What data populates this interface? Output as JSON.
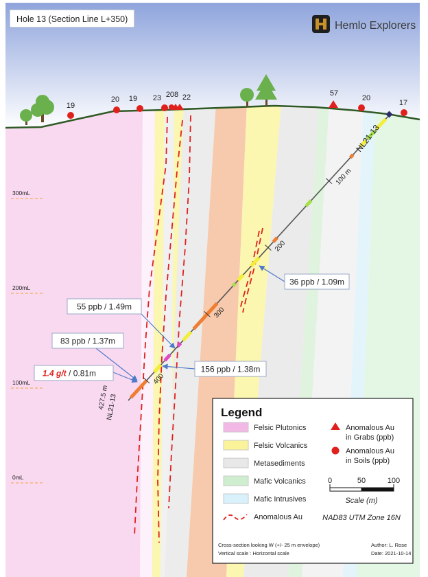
{
  "title": "Hole 13 (Section Line L+350)",
  "logo": {
    "text": "Hemlo Explorers",
    "icon": "hemlo-h-logo-icon",
    "color": "#c8922a"
  },
  "soil_values": [
    "19",
    "20",
    "19",
    "23",
    "208",
    "22",
    "20",
    "17"
  ],
  "grab_values": [
    "57"
  ],
  "elevations": [
    "300mL",
    "200mL",
    "100mL",
    "0mL"
  ],
  "hole": {
    "name": "NL21-13",
    "depth_label": "427.5 m",
    "bottom_name": "NL21-13",
    "depth_ticks": [
      "100 m",
      "200",
      "300",
      "400"
    ]
  },
  "intercepts": [
    {
      "value": "36 ppb / 1.09m"
    },
    {
      "value": "55 ppb / 1.49m"
    },
    {
      "value": "83 ppb / 1.37m"
    },
    {
      "value": "156 ppb / 1.38m"
    },
    {
      "value_red": "1.4 g/t",
      "value_rest": " / 0.81m"
    }
  ],
  "legend": {
    "title": "Legend",
    "units": [
      {
        "label": "Felsic Plutonics",
        "color": "#f2b8e6"
      },
      {
        "label": "Felsic Volcanics",
        "color": "#fbf39a"
      },
      {
        "label": "Metasediments",
        "color": "#e8e8e8"
      },
      {
        "label": "Mafic Volcanics",
        "color": "#cfeecf"
      },
      {
        "label": "Mafic Intrusives",
        "color": "#d9f1fb"
      },
      {
        "label": "Anomalous Au",
        "color": "#e0201c"
      }
    ],
    "symbols": [
      {
        "label": "Anomalous Au in Grabs (ppb)",
        "color": "#e0201c"
      },
      {
        "label": "Anomalous Au in Soils (ppb)",
        "color": "#e0201c"
      }
    ],
    "scale": {
      "ticks": [
        "0",
        "50",
        "100"
      ],
      "label": "Scale (m)"
    },
    "projection": "NAD83 UTM Zone 16N",
    "note1": "Cross-section looking W (+/- 25 m envelope)",
    "note2": "Vertical scale : Horizontal scale",
    "author": "Author: L. Rose",
    "date": "Date: 2021-10-14"
  },
  "colors": {
    "sky_top": "#8ea4dc",
    "sky_bottom": "#ffffff",
    "ground": "#2f5a25",
    "tree": "#6ab04c",
    "soil_marker": "#e0201c",
    "hole_line": "#555555",
    "callout_arrow": "#4f7ac8",
    "anomaly_dash": "#e0201c",
    "alteration_orange": "#f5c3a4",
    "assay_orange": "#ef7d32",
    "assay_yellow": "#f2ee3a",
    "assay_green": "#a6e04a",
    "assay_magenta": "#e04ac2"
  }
}
